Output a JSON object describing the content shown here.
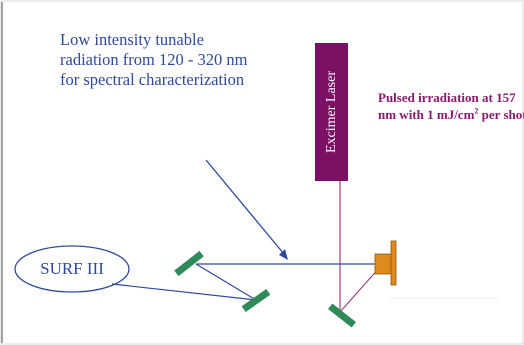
{
  "diagram": {
    "tunable_text": "Low intensity tunable radiation from 120 - 320 nm for spectral characterization",
    "laser_label": "Excimer Laser",
    "pulsed_text_main": "Pulsed irradiation at 157 nm with 1 mJ/cm",
    "pulsed_text_sup": "2",
    "pulsed_text_tail": " per shot",
    "source_label": "SURF III"
  },
  "colors": {
    "blue_beam": "#2f4a9c",
    "laser_fill": "#7a1164",
    "laser_beam": "#a0407f",
    "mirror": "#2e8b57",
    "sample": "#e08a1e",
    "text_purple": "#8b1a6e"
  }
}
